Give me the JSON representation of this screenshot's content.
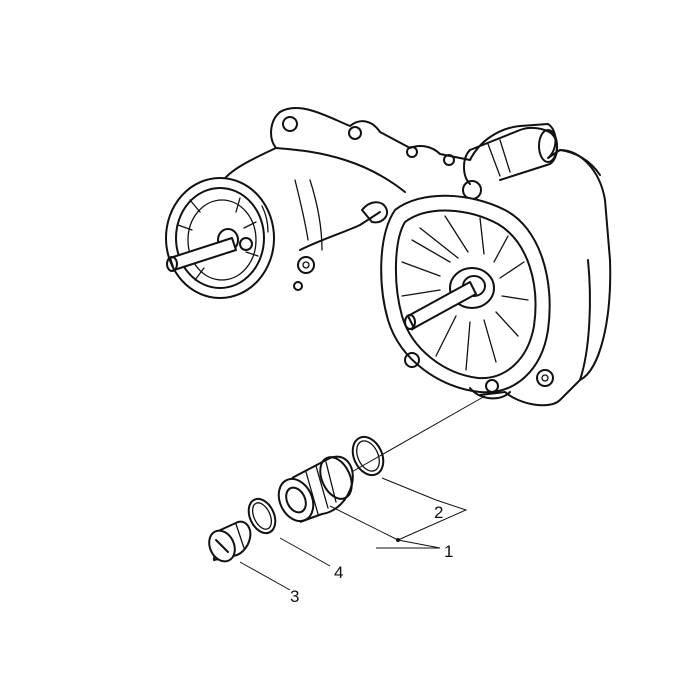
{
  "callouts": {
    "one": "1",
    "two": "2",
    "three": "3",
    "four": "4"
  },
  "colors": {
    "line": "#111111",
    "background": "#ffffff"
  }
}
